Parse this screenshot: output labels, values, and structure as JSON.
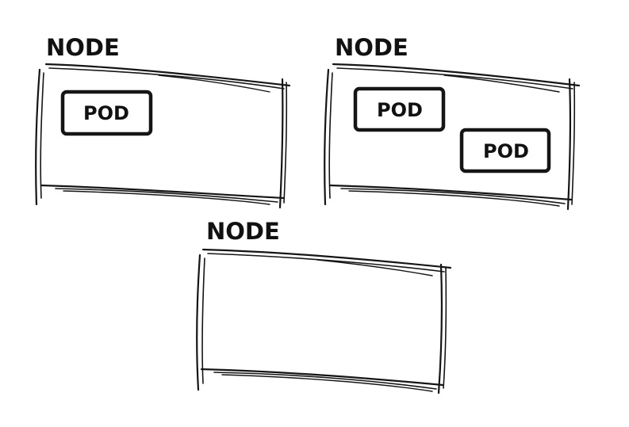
{
  "nodes": [
    {
      "label": "NODE",
      "pods": [
        {
          "label": "POD"
        }
      ]
    },
    {
      "label": "NODE",
      "pods": [
        {
          "label": "POD"
        },
        {
          "label": "POD"
        }
      ]
    },
    {
      "label": "NODE",
      "pods": []
    }
  ]
}
